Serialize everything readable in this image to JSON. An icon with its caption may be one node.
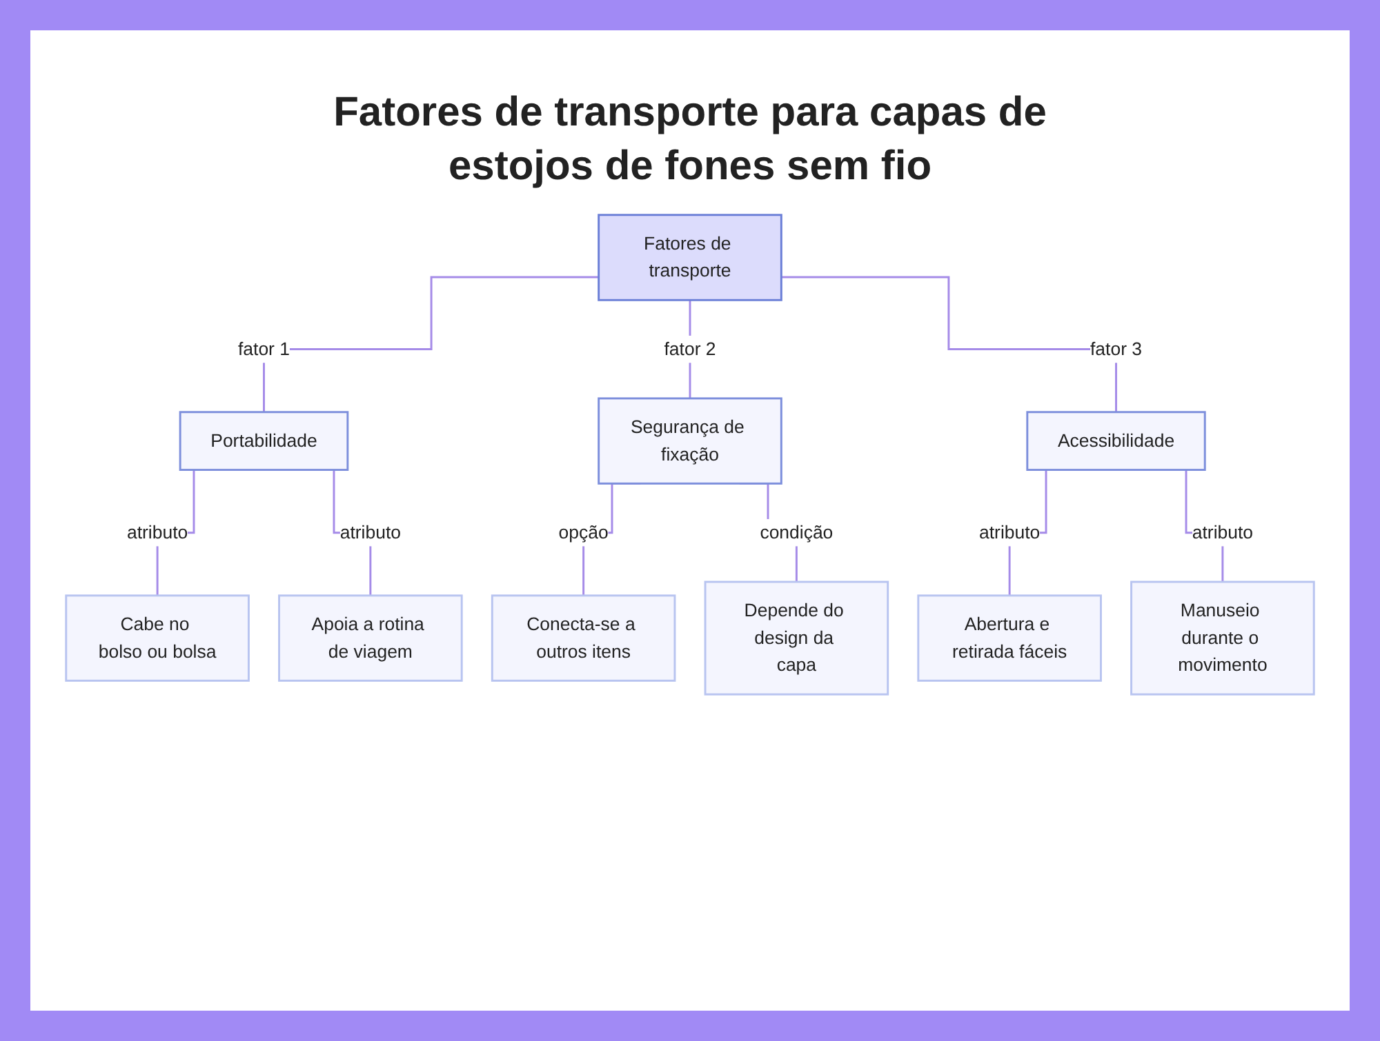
{
  "diagram": {
    "title": "Fatores de transporte para capas de estojos de fones sem fio",
    "nodes": [
      {
        "text": [
          "Fatores de transporte"
        ]
      },
      {
        "text": [
          "Portabilidade"
        ]
      },
      {
        "text": [
          "Segurança de fixação"
        ]
      },
      {
        "text": [
          "Acessibilidade"
        ]
      },
      {
        "text": [
          "Cabe no bolso ou bolsa"
        ]
      },
      {
        "text": [
          "Apoia a rotina de viagem"
        ]
      },
      {
        "text": [
          "Conecta-se a outros itens"
        ]
      },
      {
        "text": [
          "Depende do design da capa"
        ]
      },
      {
        "text": [
          "Abertura e retirada fáceis"
        ]
      },
      {
        "text": [
          "Manuseio durante o movimento"
        ]
      }
    ],
    "edges": [
      {
        "from": 0,
        "to": 1,
        "arrow": "none",
        "label": "fator 1"
      },
      {
        "from": 0,
        "to": 2,
        "arrow": "none",
        "label": "fator 2"
      },
      {
        "from": 0,
        "to": 3,
        "arrow": "none",
        "label": "fator 3"
      },
      {
        "from": 1,
        "to": 4,
        "arrow": "none",
        "label": "atributo"
      },
      {
        "from": 1,
        "to": 5,
        "arrow": "none",
        "label": "atributo"
      },
      {
        "from": 2,
        "to": 6,
        "arrow": "none",
        "label": "opção"
      },
      {
        "from": 2,
        "to": 7,
        "arrow": "none",
        "label": "condição"
      },
      {
        "from": 3,
        "to": 8,
        "arrow": "none",
        "label": "atributo"
      },
      {
        "from": 3,
        "to": 9,
        "arrow": "none",
        "label": "atributo"
      }
    ]
  }
}
